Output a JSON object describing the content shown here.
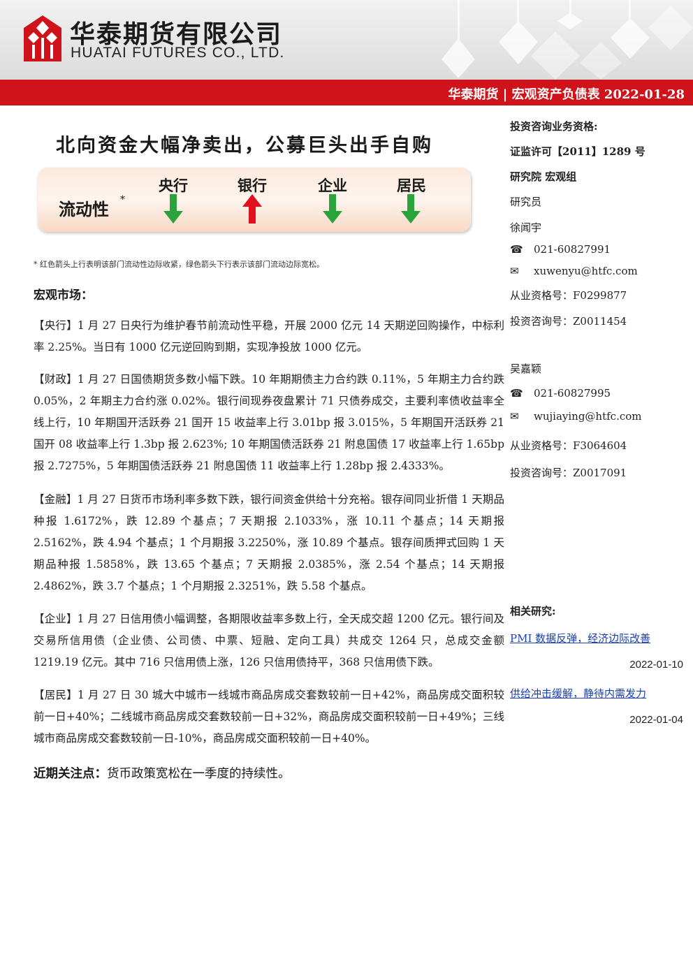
{
  "header": {
    "company_cn": "华泰期货有限公司",
    "company_en": "HUATAI FUTURES CO., LTD.",
    "bar_text": "华泰期货 | 宏观资产负债表   2022-01-28",
    "brand_red": "#d0121b"
  },
  "title": "北向资金大幅净卖出，公募巨头出手自购",
  "liquidity": {
    "label": "流动性",
    "star": "*",
    "sectors": [
      {
        "name": "央行",
        "direction": "down",
        "color": "#2aa33a"
      },
      {
        "name": "银行",
        "direction": "up",
        "color": "#e0101e"
      },
      {
        "name": "企业",
        "direction": "down",
        "color": "#2aa33a"
      },
      {
        "name": "居民",
        "direction": "down",
        "color": "#2aa33a"
      }
    ]
  },
  "footnote": "*  红色箭头上行表明该部门流动性边际收紧，绿色箭头下行表示该部门流动边际宽松。",
  "section_title": "宏观市场：",
  "paragraphs": [
    {
      "tag": "【央行】",
      "text": "1 月 27 日央行为维护春节前流动性平稳，开展 2000 亿元 14 天期逆回购操作，中标利率 2.25%。当日有 1000 亿元逆回购到期，实现净投放 1000 亿元。"
    },
    {
      "tag": "【财政】",
      "text": "1 月 27 日国债期货多数小幅下跌。10 年期期债主力合约跌 0.11%，5 年期主力合约跌 0.05%，2 年期主力合约涨 0.02%。银行间现券夜盘累计 71 只债券成交，主要利率债收益率全线上行，10 年期国开活跃券 21 国开 15 收益率上行 3.01bp 报 3.015%，5 年期国开活跃券 21 国开 08 收益率上行 1.3bp 报 2.623%; 10 年期国债活跃券 21 附息国债 17 收益率上行 1.65bp 报 2.7275%，5 年期国债活跃券 21 附息国债 11 收益率上行 1.28bp 报 2.4333%。"
    },
    {
      "tag": "【金融】",
      "text": "1 月 27 日货币市场利率多数下跌，银行间资金供给十分充裕。银存间同业折借 1 天期品种报 1.6172%，跌 12.89 个基点；7 天期报 2.1033%，涨 10.11 个基点；14 天期报 2.5162%，跌 4.94 个基点；1 个月期报 3.2250%，涨 10.89 个基点。银存间质押式回购 1 天期品种报 1.5858%，跌 13.65 个基点；7 天期报 2.0385%，涨 2.54 个基点；14 天期报 2.4862%，跌 3.7 个基点；1 个月期报 2.3251%，跌 5.58 个基点。"
    },
    {
      "tag": "【企业】",
      "text": "1 月 27 日信用债小幅调整，各期限收益率多数上行，全天成交超 1200 亿元。银行间及交易所信用债（企业债、公司债、中票、短融、定向工具）共成交 1264 只，总成交金额 1219.19 亿元。其中 716 只信用债上涨，126 只信用债持平，368 只信用债下跌。"
    },
    {
      "tag": "【居民】",
      "text": "1 月 27 日 30 城大中城市一线城市商品房成交套数较前一日+42%，商品房成交面积较前一日+40%；二线城市商品房成交套数较前一日+32%，商品房成交面积较前一日+49%；三线城市商品房成交套数较前一日-10%，商品房成交面积较前一日+40%。"
    }
  ],
  "focus": {
    "label": "近期关注点：",
    "text": "货币政策宽松在一季度的持续性。"
  },
  "sidebar": {
    "qual_title": "投资咨询业务资格:",
    "license": "证监许可【2011】1289 号",
    "dept": "研究院  宏观组",
    "role": "研究员",
    "analysts": [
      {
        "name": "徐闻宇",
        "phone": "021-60827991",
        "email": "xuwenyu@htfc.com",
        "cert": "从业资格号：F0299877",
        "advisory": "投资咨询号：Z0011454"
      },
      {
        "name": "吴嘉颖",
        "phone": "021-60827995",
        "email": "wujiaying@htfc.com",
        "cert": "从业资格号：F3064604",
        "advisory": "投资咨询号：Z0017091"
      }
    ],
    "related_title": "相关研究:",
    "related": [
      {
        "title": "PMI 数据反弹，经济边际改善",
        "date": "2022-01-10"
      },
      {
        "title": "供给冲击缓解，静待内需发力",
        "date": "2022-01-04"
      }
    ]
  }
}
